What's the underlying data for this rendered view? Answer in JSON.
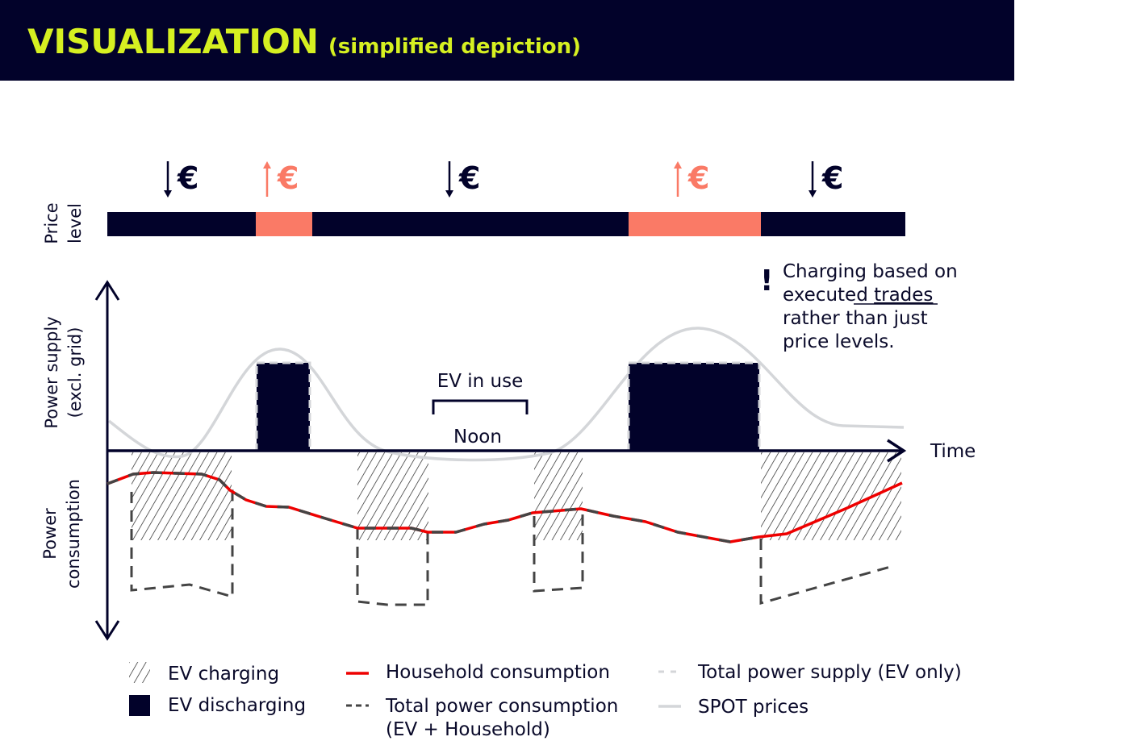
{
  "header": {
    "title": "VISUALIZATION",
    "subtitle": "(simplified depiction)"
  },
  "colors": {
    "navy": "#02022a",
    "accent": "#d6f021",
    "salmon": "#fa7a66",
    "household": "#ee0000",
    "spot": "#d4d6d9",
    "total": "#444444"
  },
  "price_bar": {
    "axis_label_1": "Price",
    "axis_label_2": "level",
    "currency": "€",
    "markers": [
      "down",
      "up",
      "down",
      "up",
      "down"
    ],
    "segments": [
      "low",
      "high",
      "low",
      "high",
      "low"
    ]
  },
  "axes": {
    "supply_label_1": "Power supply",
    "supply_label_2": "(excl. grid)",
    "consumption_label_1": "Power",
    "consumption_label_2": "consumption",
    "time_label": "Time"
  },
  "annotations": {
    "ev_in_use": "EV in use",
    "noon": "Noon",
    "note_icon": "!",
    "note_line1": "Charging based on",
    "note_line2_prefix": "executed ",
    "note_line2_link": "trades",
    "note_line3": "rather than just",
    "note_line4": "price levels."
  },
  "legend": {
    "ev_charging": "EV charging",
    "ev_discharging": "EV discharging",
    "household": "Household consumption",
    "total_consumption_1": "Total power consumption",
    "total_consumption_2": "(EV + Household)",
    "total_supply": "Total power supply (EV only)",
    "spot": "SPOT prices"
  }
}
